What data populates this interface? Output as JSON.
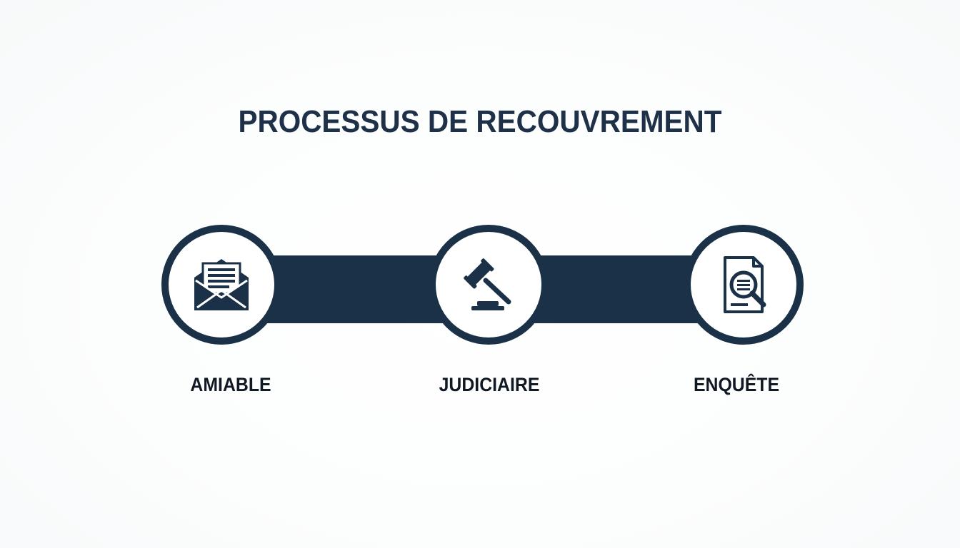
{
  "title": "PROCESSUS DE RECOUVREMENT",
  "colors": {
    "primary": "#1b3147",
    "title": "#1e3148",
    "label": "#111a24",
    "background": "#fbfcfd"
  },
  "steps": [
    {
      "label": "AMIABLE",
      "icon": "envelope-letter-icon"
    },
    {
      "label": "JUDICIAIRE",
      "icon": "gavel-icon"
    },
    {
      "label": "ENQUÊTE",
      "icon": "document-magnifier-icon"
    }
  ]
}
